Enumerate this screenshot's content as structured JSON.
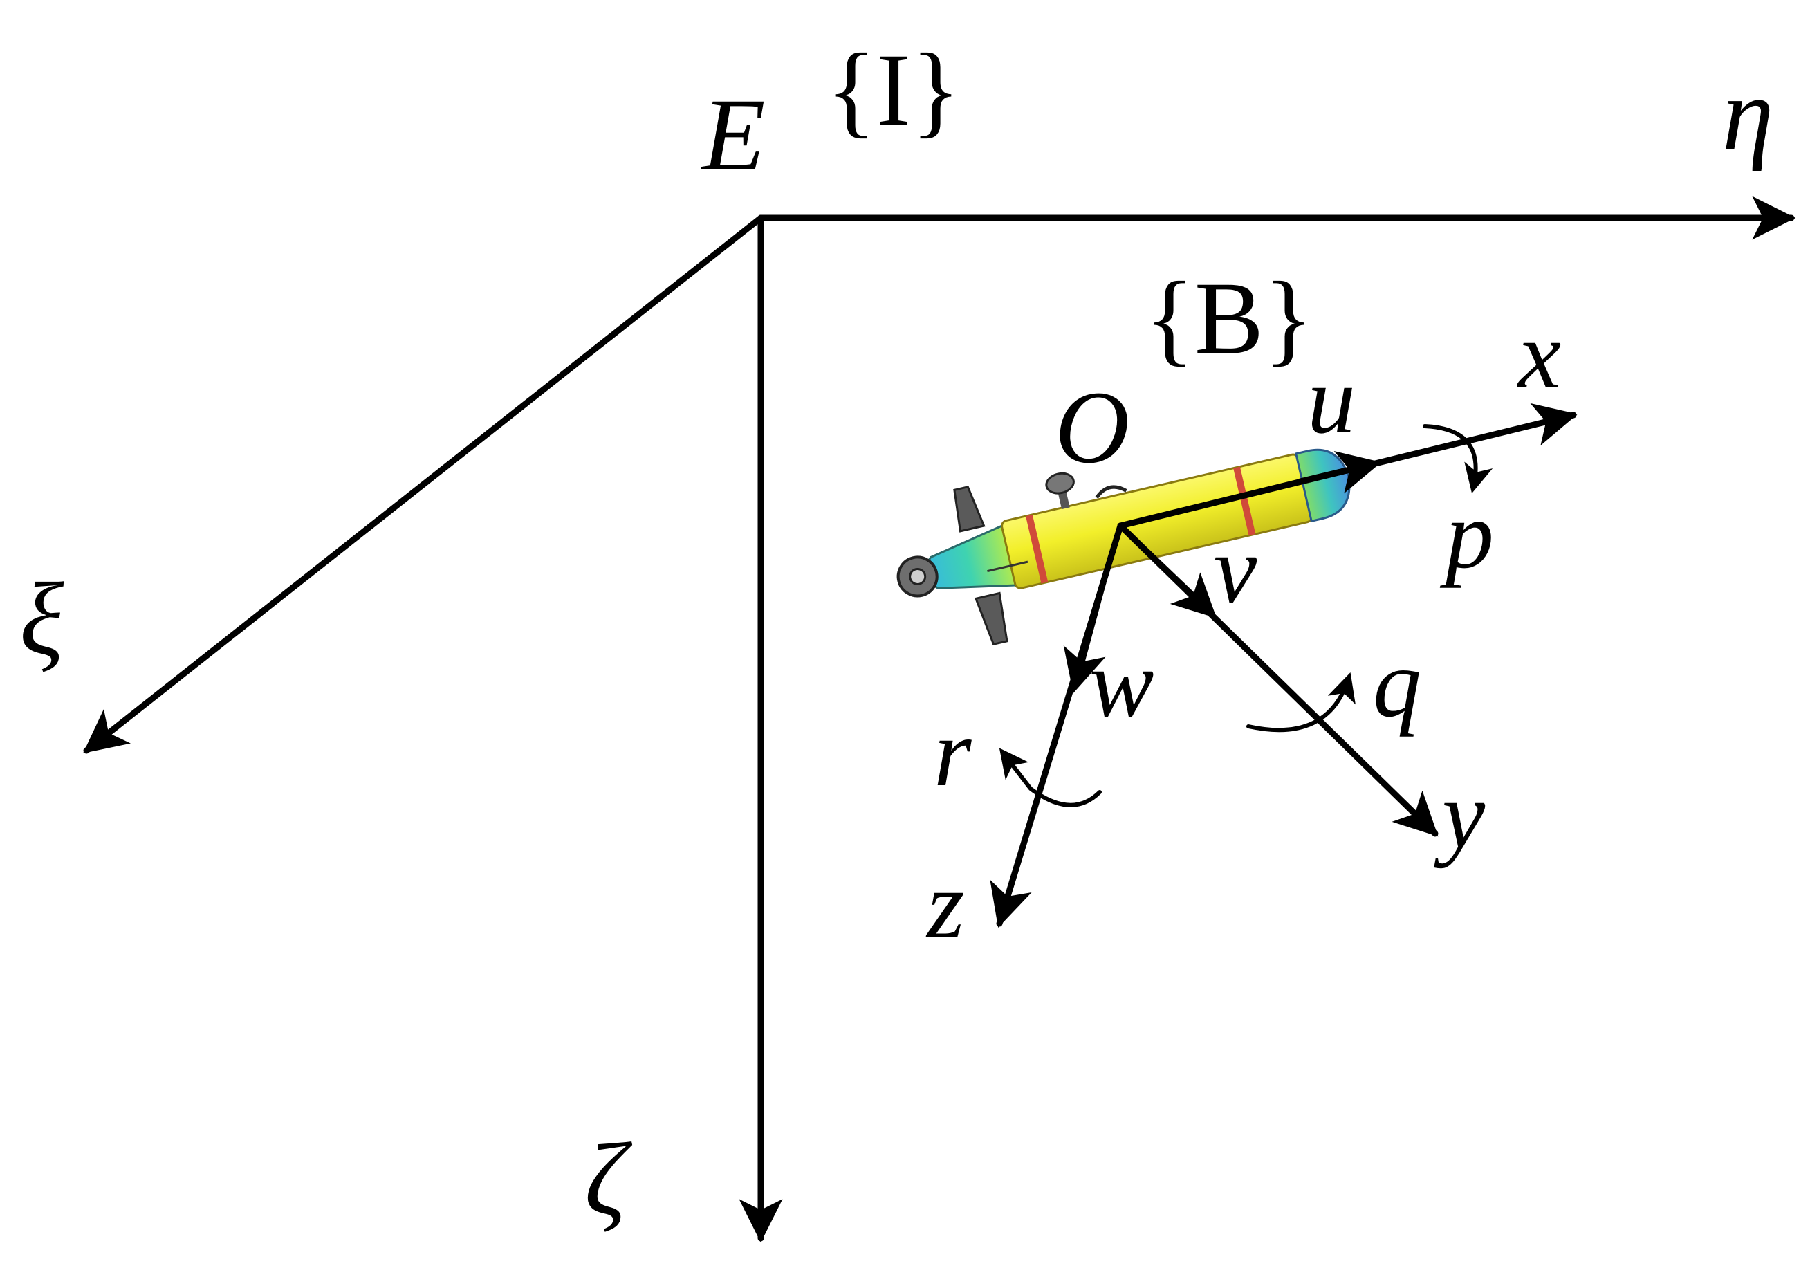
{
  "inertial_frame": {
    "origin": "E",
    "frame": "{I}",
    "axes": {
      "north": "η",
      "east": "ξ",
      "down": "ζ"
    }
  },
  "body_frame": {
    "origin": "O",
    "frame": "{B}",
    "axes": {
      "x": "x",
      "y": "y",
      "z": "z"
    },
    "linear_velocities": {
      "u": "u",
      "v": "v",
      "w": "w"
    },
    "angular_velocities": {
      "p": "p",
      "q": "q",
      "r": "r"
    }
  },
  "colors": {
    "ink": "#000000",
    "hull_yellow": "#f2ef2a",
    "nose_teal": "#3fd3b0",
    "tail_blue": "#4a8fe0",
    "band_red": "#d04a3a"
  }
}
